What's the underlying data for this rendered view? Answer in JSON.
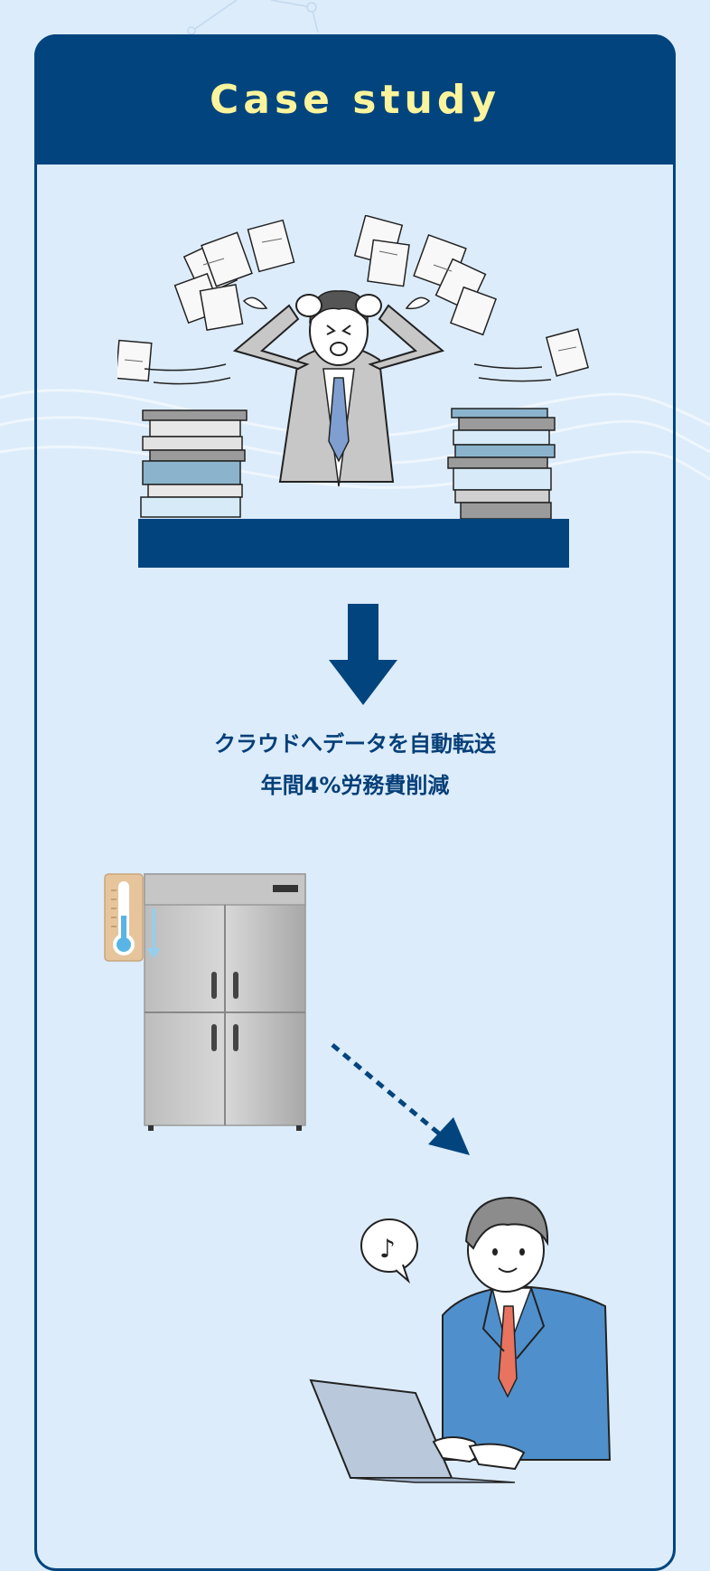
{
  "case": {
    "title": "Case study"
  },
  "result": {
    "line1": "クラウドへデータを自動転送",
    "line2": "年間4%労務費削減"
  },
  "colors": {
    "navy": "#02457e",
    "title_yellow": "#fbf49c",
    "background": "#dcecfb"
  },
  "icons": [
    "stressed-worker-illustration",
    "arrow-down-icon",
    "refrigerator-illustration",
    "thermometer-icon",
    "dotted-arrow-icon",
    "happy-worker-illustration",
    "music-note-icon"
  ]
}
